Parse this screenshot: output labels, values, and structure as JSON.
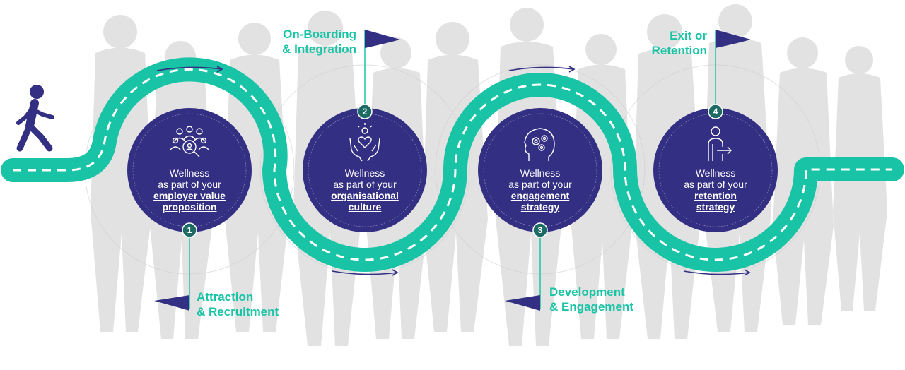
{
  "colors": {
    "road": "#19c4a6",
    "circle": "#332f83",
    "accent_text": "#19c4a6",
    "silhouette": "#d9d9d9",
    "walker": "#332f83"
  },
  "stages": [
    {
      "number": "1",
      "title_line1": "Attraction",
      "title_line2": "& Recruitment",
      "text_line1": "Wellness",
      "text_line2": "as part of your",
      "text_line3": "employer value",
      "text_line4": "proposition",
      "icon": "people-search-icon"
    },
    {
      "number": "2",
      "title_line1": "On-Boarding",
      "title_line2": "& Integration",
      "text_line1": "Wellness",
      "text_line2": "as part of your",
      "text_line3": "organisational",
      "text_line4": "culture",
      "icon": "hands-heart-icon"
    },
    {
      "number": "3",
      "title_line1": "Development",
      "title_line2": "& Engagement",
      "text_line1": "Wellness",
      "text_line2": "as part of your",
      "text_line3": "engagement",
      "text_line4": "strategy",
      "icon": "head-gears-icon"
    },
    {
      "number": "4",
      "title_line1": "Exit or",
      "title_line2": "Retention",
      "text_line1": "Wellness",
      "text_line2": "as part of your",
      "text_line3": "retention",
      "text_line4": "strategy",
      "icon": "person-exit-icon"
    }
  ]
}
